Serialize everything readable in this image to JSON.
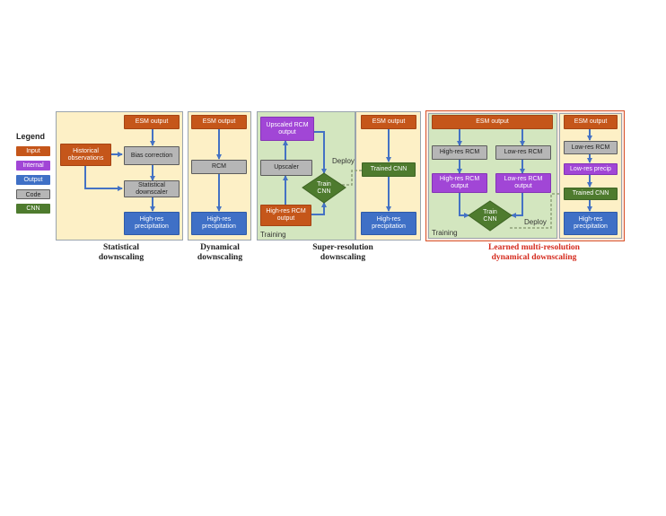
{
  "legend": {
    "title": "Legend",
    "items": [
      {
        "label": "Input",
        "color": "#c5561a"
      },
      {
        "label": "Internal",
        "color": "#a146d6"
      },
      {
        "label": "Output",
        "color": "#3f70c6"
      },
      {
        "label": "Code",
        "color": "#b6b6b6"
      },
      {
        "label": "CNN",
        "color": "#4e7b2e"
      }
    ]
  },
  "statistical": {
    "esm": "ESM output",
    "historical": "Historical observations",
    "bias": "Bias correction",
    "downscaler": "Statistical downscaler",
    "output": "High-res precipitation",
    "caption_1": "Statistical",
    "caption_2": "downscaling"
  },
  "dynamical": {
    "esm": "ESM output",
    "rcm": "RCM",
    "output": "High-res precipitation",
    "caption_1": "Dynamical",
    "caption_2": "downscaling"
  },
  "superres": {
    "upscaled": "Upscaled RCM  output",
    "upscaler": "Upscaler",
    "highres_input": "High-res RCM output",
    "train_cnn": "Train CNN",
    "deploy": "Deploy",
    "training": "Training",
    "esm": "ESM output",
    "trained_cnn": "Trained CNN",
    "output": "High-res precipitation",
    "caption_1": "Super-resolution",
    "caption_2": "downscaling"
  },
  "learned": {
    "esm_wide": "ESM output",
    "highres_rcm": "High-res RCM",
    "lowres_rcm": "Low-res RCM",
    "highres_output": "High-res RCM output",
    "lowres_output": "Low-res RCM output",
    "train_cnn": "Train CNN",
    "deploy": "Deploy",
    "training": "Training",
    "esm": "ESM output",
    "lowres_rcm_right": "Low-res RCM",
    "lowres_precip": "Low-res precip",
    "trained_cnn": "Trained CNN",
    "output": "High-res precipitation",
    "caption_1": "Learned multi-resolution",
    "caption_2": "dynamical downscaling"
  },
  "colors": {
    "arrow": "#4472c4",
    "deploy_line": "#8fa07a",
    "caption_highlight": "#d52b1e"
  }
}
